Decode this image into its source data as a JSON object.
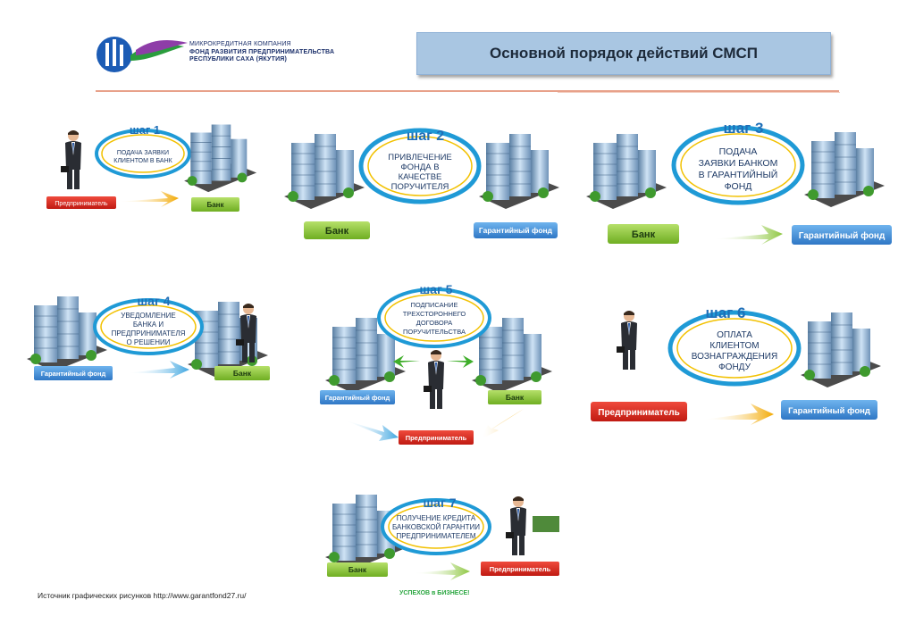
{
  "header": {
    "logo_lines": [
      "МИКРОКРЕДИТНАЯ КОМПАНИЯ",
      "ФОНД РАЗВИТИЯ ПРЕДПРИНИМАТЕЛЬСТВА",
      "РЕСПУБЛИКИ САХА (ЯКУТИЯ)"
    ],
    "title": "Основной порядок действий СМСП"
  },
  "steps": [
    {
      "label": "шаг 1",
      "text": [
        "ПОДАЧА ЗАЯВКИ",
        "КЛИЕНТОМ В БАНК"
      ],
      "from": "Предприниматель",
      "to": "Банк"
    },
    {
      "label": "шаг 2",
      "text": [
        "ПРИВЛЕЧЕНИЕ",
        "ФОНДА В",
        "КАЧЕСТВЕ",
        "ПОРУЧИТЕЛЯ"
      ],
      "from": "Банк",
      "to": "Гарантийный фонд"
    },
    {
      "label": "шаг 3",
      "text": [
        "ПОДАЧА",
        "ЗАЯВКИ БАНКОМ",
        "В ГАРАНТИЙНЫЙ",
        "ФОНД"
      ],
      "from": "Банк",
      "to": "Гарантийный фонд"
    },
    {
      "label": "шаг 4",
      "text": [
        "УВЕДОМЛЕНИЕ",
        "БАНКА И",
        "ПРЕДПРИНИМАТЕЛЯ",
        "О РЕШЕНИИ"
      ],
      "from": "Гарантийный фонд",
      "to": "Банк"
    },
    {
      "label": "шаг 5",
      "text": [
        "ПОДПИСАНИЕ",
        "ТРЕХСТОРОННЕГО",
        "ДОГОВОРА",
        "ПОРУЧИТЕЛЬСТВА"
      ],
      "left": "Гарантийный фонд",
      "right": "Банк",
      "bottom": "Предприниматель"
    },
    {
      "label": "шаг 6",
      "text": [
        "ОПЛАТА",
        "КЛИЕНТОМ",
        "ВОЗНАГРАЖДЕНИЯ",
        "ФОНДУ"
      ],
      "from": "Предприниматель",
      "to": "Гарантийный фонд"
    },
    {
      "label": "шаг 7",
      "text": [
        "ПОЛУЧЕНИЕ КРЕДИТА",
        "БАНКОВСКОЙ ГАРАНТИИ",
        "ПРЕДПРИНИМАТЕЛЕМ"
      ],
      "from": "Банк",
      "to": "Предприниматель"
    }
  ],
  "footer": {
    "source": "Источник графических рисунков http://www.garantfond27.ru/",
    "tagline": "УСПЕХОВ в БИЗНЕСЕ!"
  },
  "colors": {
    "red": "#d9261c",
    "green": "#8dc63f",
    "blue": "#3d86d4",
    "ring": "#1f9ad6"
  }
}
